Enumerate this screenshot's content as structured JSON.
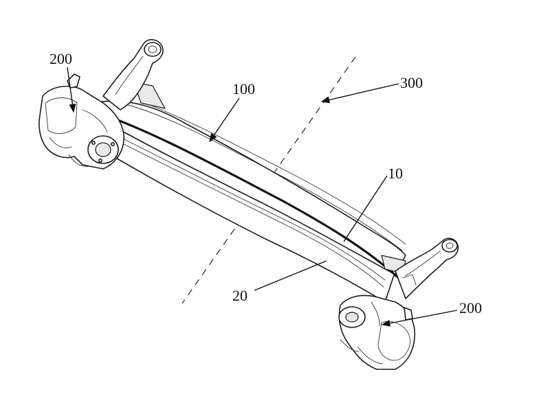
{
  "figure": {
    "labels": {
      "torsion_beam": "100",
      "axis": "300",
      "upper_plate": "10",
      "lower_plate": "20",
      "knuckle_left": "200",
      "knuckle_right": "200"
    }
  }
}
